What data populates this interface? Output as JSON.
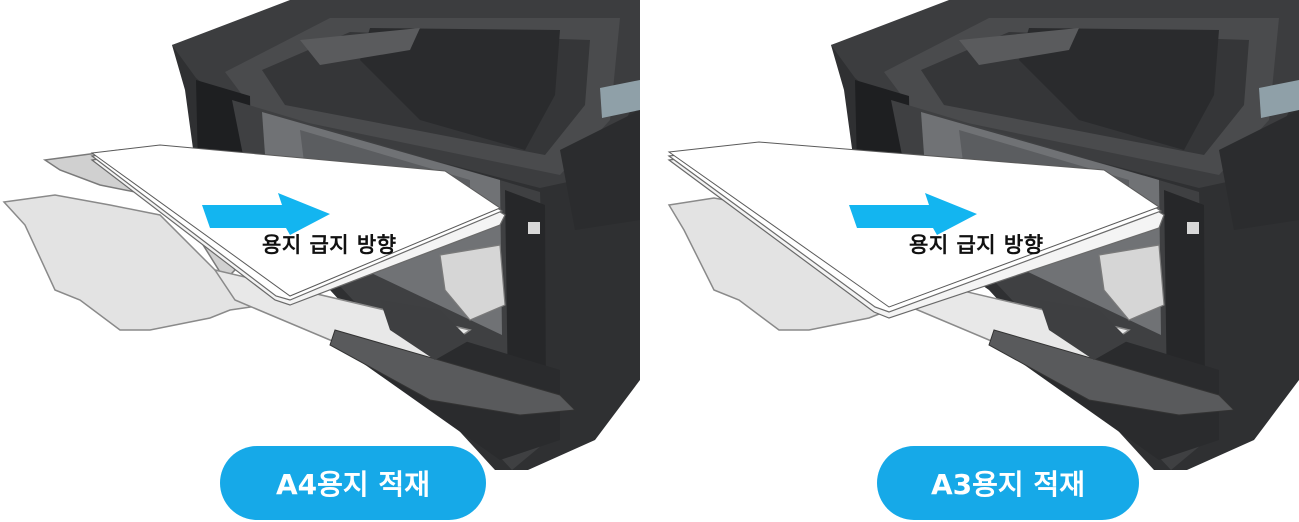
{
  "colors": {
    "accent": "#16a9e8",
    "arrow": "#13b5f0",
    "printer_body": "#3a3b3d",
    "printer_dark": "#1e1f21",
    "tray": "#e6e6e6",
    "paper": "#ffffff"
  },
  "panels": [
    {
      "feed_label": "용지 급지 방향",
      "caption": "A4용지 적재",
      "icon": "arrow-right-icon"
    },
    {
      "feed_label": "용지 급지 방향",
      "caption": "A3용지 적재",
      "icon": "arrow-right-icon"
    }
  ]
}
